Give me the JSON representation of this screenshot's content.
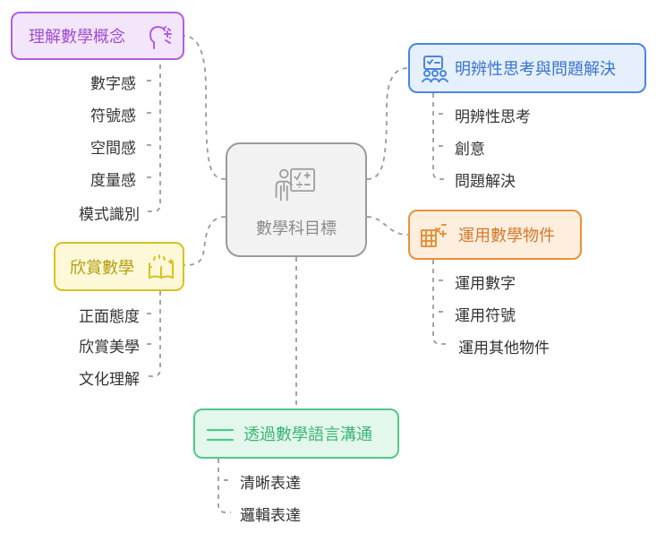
{
  "center": {
    "label": "數學科目標",
    "icon": "teacher-board-icon"
  },
  "branches": {
    "concepts": {
      "label": "理解數學概念",
      "icon": "brain-icon",
      "color": "#b45ee0",
      "fill": "#f3e6fb",
      "items": [
        "數字感",
        "符號感",
        "空間感",
        "度量感",
        "模式識別"
      ]
    },
    "thinking": {
      "label": "明辨性思考與問題解決",
      "icon": "team-checklist-icon",
      "color": "#4a86e0",
      "fill": "#e6effc",
      "items": [
        "明辨性思考",
        "創意",
        "問題解決"
      ]
    },
    "appreciation": {
      "label": "欣賞數學",
      "icon": "open-book-icon",
      "color": "#d8c21e",
      "fill": "#fdf8d8",
      "items": [
        "正面態度",
        "欣賞美學",
        "文化理解"
      ]
    },
    "objects": {
      "label": "運用數學物件",
      "icon": "abacus-icon",
      "color": "#e8913a",
      "fill": "#fdeede",
      "items": [
        "運用數字",
        "運用符號",
        "運用其他物件"
      ]
    },
    "language": {
      "label": "透過數學語言溝通",
      "icon": "text-lines-icon",
      "color": "#4fc98a",
      "fill": "#e4f7ec",
      "items": [
        "清晰表達",
        "邏輯表達"
      ]
    }
  }
}
